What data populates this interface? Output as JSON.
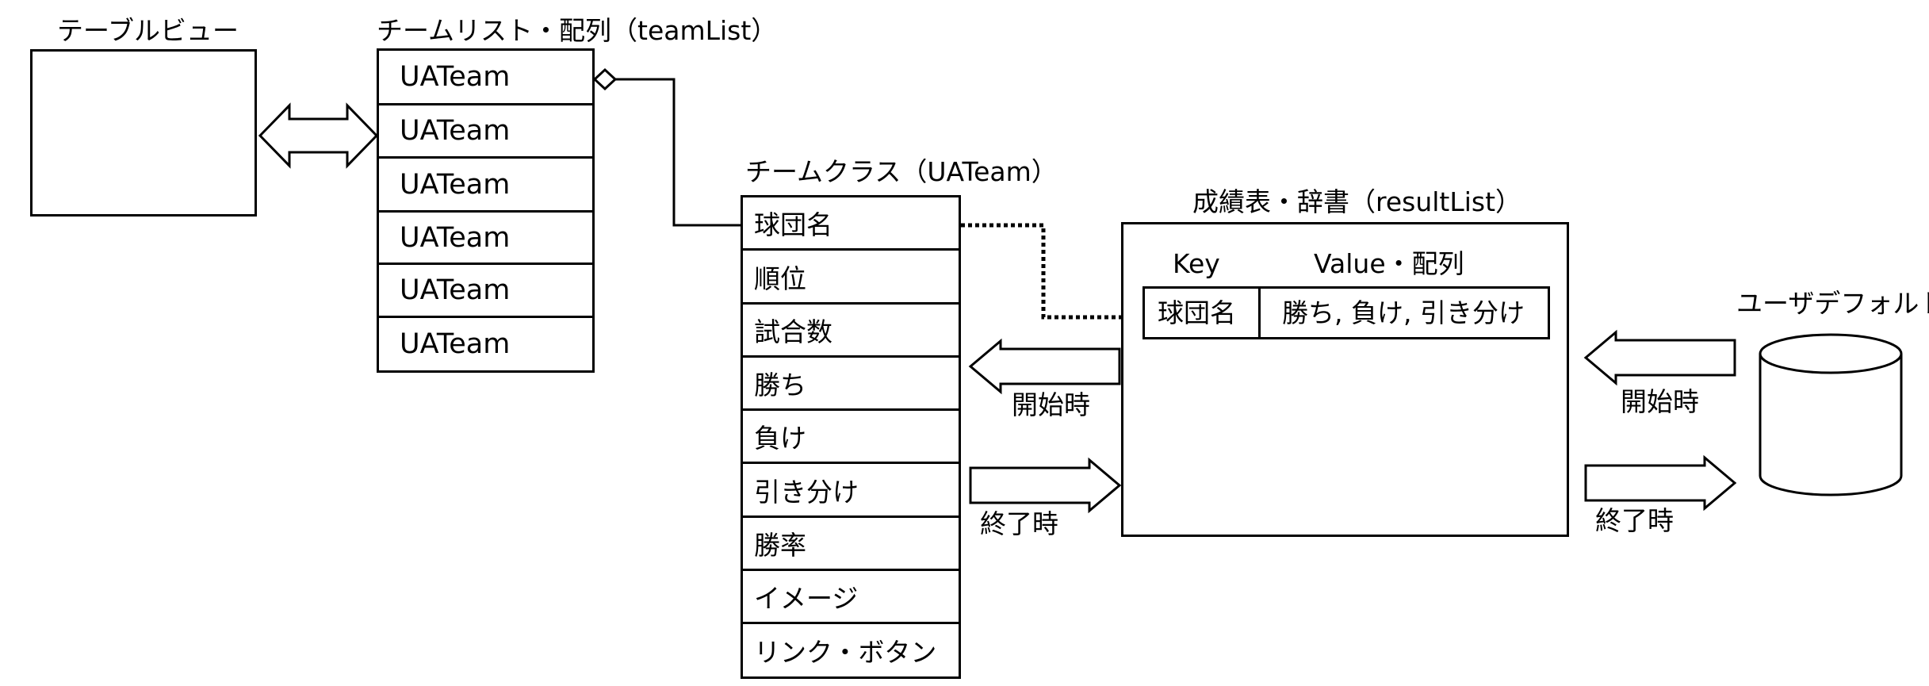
{
  "tableview": {
    "title": "テーブルビュー"
  },
  "teamlist": {
    "title": "チームリスト・配列（teamList）",
    "items": [
      "UATeam",
      "UATeam",
      "UATeam",
      "UATeam",
      "UATeam",
      "UATeam"
    ]
  },
  "teamclass": {
    "title": "チームクラス（UATeam）",
    "fields": [
      "球団名",
      "順位",
      "試合数",
      "勝ち",
      "負け",
      "引き分け",
      "勝率",
      "イメージ",
      "リンク・ボタン"
    ]
  },
  "resultlist": {
    "title": "成績表・辞書（resultList）",
    "key_header": "Key",
    "value_header": "Value・配列",
    "key_cell": "球団名",
    "value_cell": "勝ち, 負け, 引き分け"
  },
  "userdefaults": {
    "title": "ユーザデフォルト"
  },
  "flows": {
    "start_left": "開始時",
    "end_left": "終了時",
    "start_right": "開始時",
    "end_right": "終了時"
  }
}
